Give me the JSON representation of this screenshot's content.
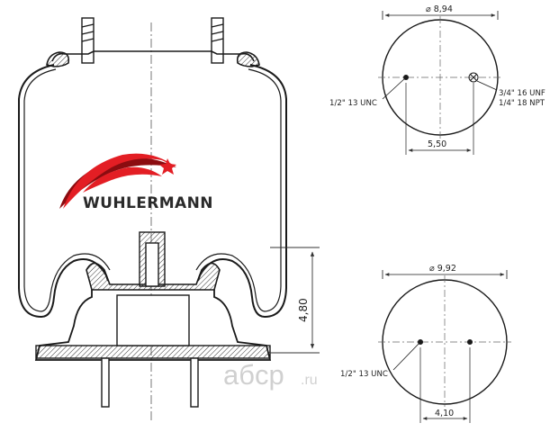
{
  "brand": {
    "name": "WUHLERMANN",
    "colors": {
      "red": "#e31e24",
      "dark_red": "#8b0c10",
      "text": "#2a2a2a"
    }
  },
  "side_view": {
    "height_label": "4,80"
  },
  "top_plate": {
    "diameter_label": "⌀ 8,94",
    "left_hole_label": "1/2\" 13 UNC",
    "right_hole_label_1": "3/4\" 16 UNF",
    "right_hole_label_2": "1/4\" 18 NPT",
    "spacing_label": "5,50"
  },
  "bottom_plate": {
    "diameter_label": "⌀ 9,92",
    "hole_label": "1/2\" 13 UNC",
    "spacing_label": "4,10"
  },
  "watermark": {
    "main": "aбcp",
    "suffix": ".ru",
    "color": "#d0d0d0"
  }
}
